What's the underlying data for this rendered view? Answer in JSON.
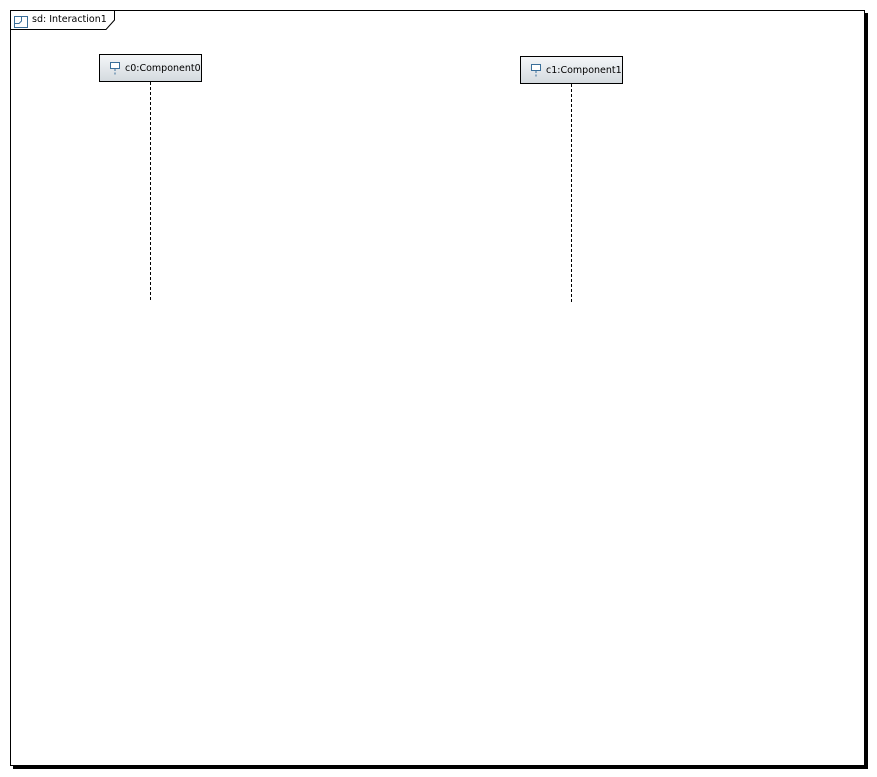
{
  "frame": {
    "label": "sd: Interaction1",
    "icon": "interaction-frame-icon"
  },
  "lifelines": [
    {
      "label": "c0:Component0",
      "icon": "lifeline-icon"
    },
    {
      "label": "c1:Component1",
      "icon": "lifeline-icon"
    }
  ]
}
